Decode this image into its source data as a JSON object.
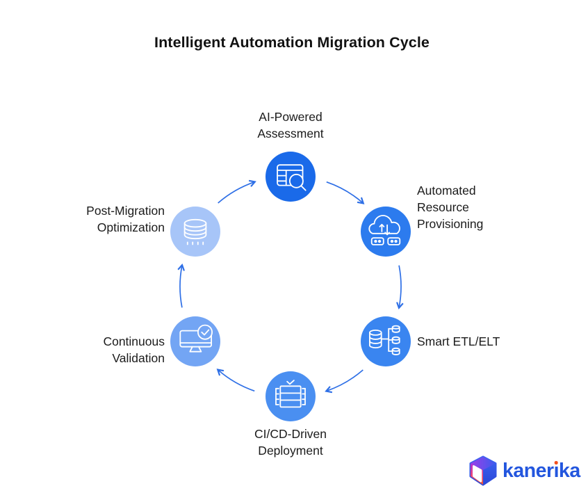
{
  "title": "Intelligent Automation Migration Cycle",
  "diagram": {
    "flow_direction": "clockwise",
    "arrow_color": "#2E6FE6",
    "nodes": [
      {
        "label": "AI-Powered\nAssessment",
        "icon": "table-search-icon",
        "color": "#1A6AE9"
      },
      {
        "label": "Automated\nResource\nProvisioning",
        "icon": "cloud-transfer-icon",
        "color": "#2C7BEE"
      },
      {
        "label": "Smart ETL/ELT",
        "icon": "database-branch-icon",
        "color": "#3A85F0"
      },
      {
        "label": "CI/CD-Driven\nDeployment",
        "icon": "server-check-icon",
        "color": "#4A8FF1"
      },
      {
        "label": "Continuous\nValidation",
        "icon": "monitor-check-icon",
        "color": "#73A5F4"
      },
      {
        "label": "Post-Migration\nOptimization",
        "icon": "database-stream-icon",
        "color": "#A7C5F8"
      }
    ]
  },
  "brand": {
    "name": "kanerika",
    "wordmark_pre": "kaner",
    "wordmark_i": "ı",
    "wordmark_post": "ka",
    "text_color": "#2356DE",
    "dot_color": "#F4511E"
  }
}
